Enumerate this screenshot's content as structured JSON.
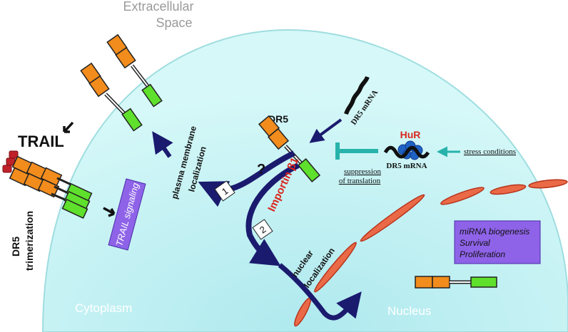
{
  "regions": {
    "extracellular_line1": "Extracellular",
    "extracellular_line2": "Space",
    "cytoplasm": "Cytoplasm",
    "nucleus": "Nucleus"
  },
  "ligand": {
    "label": "TRAIL"
  },
  "receptor": {
    "label": "DR5"
  },
  "trimerization": {
    "line1": "DR5",
    "line2": "trimerization"
  },
  "signaling_box": {
    "label": "TRAIL signaling"
  },
  "membrane_localization": {
    "line1": "plasma membrane",
    "line2": "localization"
  },
  "nuclear_localization": {
    "line1": "nuclear",
    "line2": "localization"
  },
  "importin": {
    "label": "Importin β1"
  },
  "question_mark": "?",
  "pathway_numbers": {
    "one": "1",
    "two": "2"
  },
  "mrna": {
    "upper_label": "DR5 mRNA",
    "lower_label": "DR5 mRNA"
  },
  "hur": {
    "label": "HuR"
  },
  "suppression": {
    "line1": "suppression",
    "line2": "of translation"
  },
  "stress": {
    "label": "stress conditions"
  },
  "nuclear_functions": {
    "line1": "miRNA biogenesis",
    "line2": "Survival",
    "line3": "Proliferation"
  },
  "colors": {
    "cell": "#bff3f3",
    "receptor_orange": "#f28c1c",
    "receptor_green": "#5ee02c",
    "arrow_navy": "#1a1a6e",
    "red_text": "#d9261c",
    "teal": "#27b3ab",
    "purple_box": "#8e63e8",
    "chromatin": "#ea6a47",
    "trail_red": "#c0222a"
  }
}
